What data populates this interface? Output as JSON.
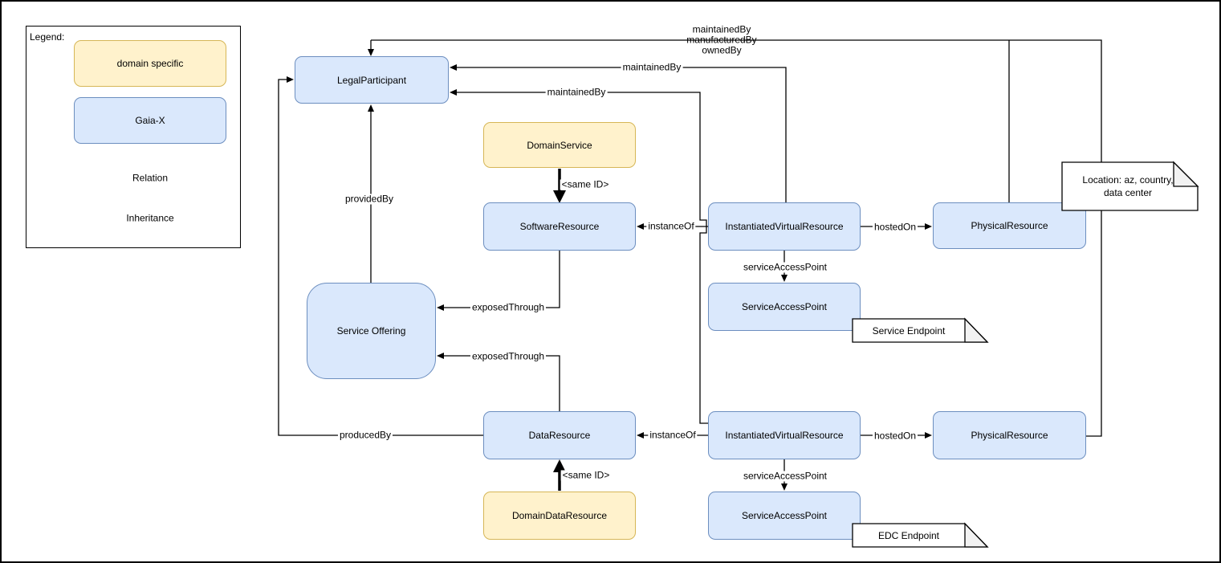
{
  "legend": {
    "title": "Legend:",
    "domain_box": "domain specific",
    "gaiax_box": "Gaia-X",
    "relation_label": "Relation",
    "inheritance_label": "Inheritance"
  },
  "nodes": {
    "legal_participant": "LegalParticipant",
    "domain_service": "DomainService",
    "software_resource": "SoftwareResource",
    "instantiated_virtual_resource_upper": "InstantiatedVirtualResource",
    "physical_resource_upper": "PhysicalResource",
    "service_access_point_upper": "ServiceAccessPoint",
    "service_offering": "Service Offering",
    "data_resource": "DataResource",
    "instantiated_virtual_resource_lower": "InstantiatedVirtualResource",
    "physical_resource_lower": "PhysicalResource",
    "service_access_point_lower": "ServiceAccessPoint",
    "domain_data_resource": "DomainDataResource"
  },
  "edge_labels": {
    "top_stack": [
      "maintainedBy",
      "manufacturedBy",
      "ownedBy"
    ],
    "maintained_by_upper": "maintainedBy",
    "maintained_by_lower": "maintainedBy",
    "provided_by": "providedBy",
    "exposed_through_software": "exposedThrough",
    "exposed_through_data": "exposedThrough",
    "produced_by": "producedBy",
    "instance_of_software": "instanceOf",
    "instance_of_data": "instanceOf",
    "hosted_on_upper": "hostedOn",
    "hosted_on_lower": "hostedOn",
    "service_access_point_upper": "serviceAccessPoint",
    "service_access_point_lower": "serviceAccessPoint",
    "same_id_service": "<same ID>",
    "same_id_data": "<same ID>"
  },
  "notes": {
    "location_line1": "Location: az, country,",
    "location_line2": "data center",
    "service_endpoint": "Service Endpoint",
    "edc_endpoint": "EDC Endpoint"
  },
  "colors": {
    "gaiax_fill": "#dae8fc",
    "gaiax_stroke": "#6c8ebf",
    "domain_fill": "#fff2cc",
    "domain_stroke": "#d6b656",
    "note_fill": "#ffffff",
    "note_fold": "#f2f2f2",
    "edge_stroke": "#000000"
  }
}
